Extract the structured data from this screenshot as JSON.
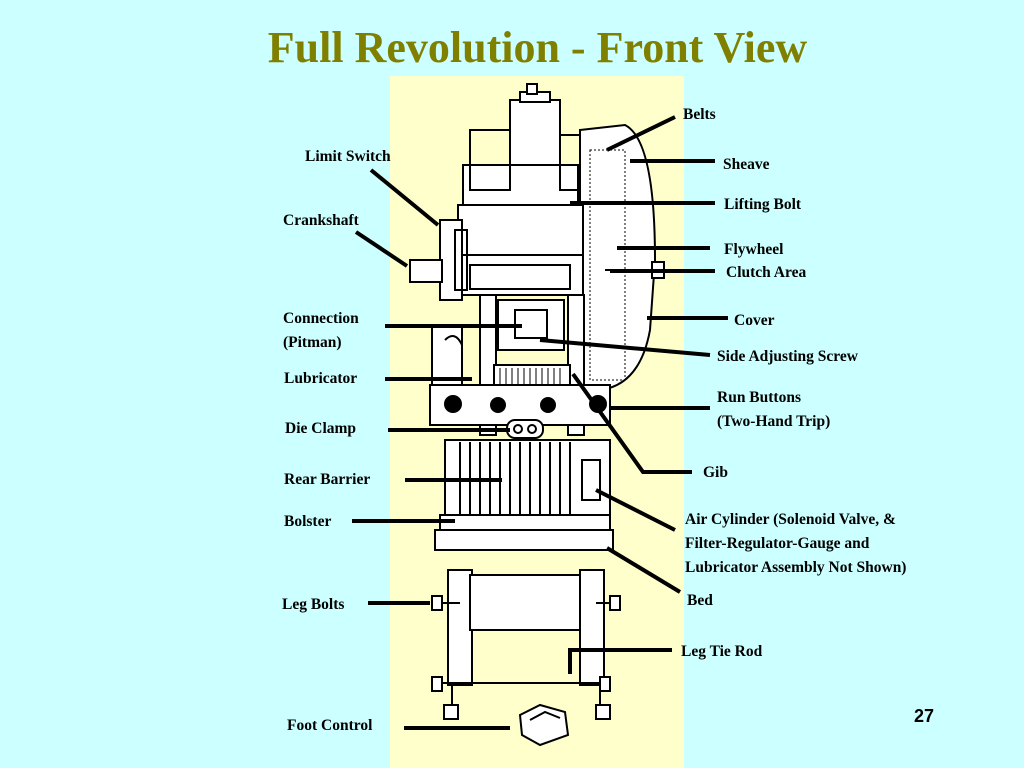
{
  "slide": {
    "title": "Full Revolution - Front View",
    "page_number": "27"
  },
  "labels": {
    "belts": "Belts",
    "sheave": "Sheave",
    "lifting_bolt": "Lifting Bolt",
    "flywheel": "Flywheel",
    "clutch_area": "Clutch Area",
    "cover": "Cover",
    "side_adjusting_screw": "Side Adjusting Screw",
    "run_buttons_1": "Run Buttons",
    "run_buttons_2": "(Two-Hand Trip)",
    "gib": "Gib",
    "air_cylinder_1": "Air Cylinder (Solenoid Valve, &",
    "air_cylinder_2": "Filter-Regulator-Gauge and",
    "air_cylinder_3": "Lubricator Assembly Not Shown)",
    "bed": "Bed",
    "leg_tie_rod": "Leg Tie Rod",
    "limit_switch": "Limit Switch",
    "crankshaft": "Crankshaft",
    "connection_1": "Connection",
    "connection_2": "(Pitman)",
    "lubricator": "Lubricator",
    "die_clamp": "Die Clamp",
    "rear_barrier": "Rear Barrier",
    "bolster": "Bolster",
    "leg_bolts": "Leg Bolts",
    "foot_control": "Foot Control"
  },
  "colors": {
    "background": "#ccffff",
    "panel": "#ffffcc",
    "title": "#808000",
    "line": "#000000"
  }
}
